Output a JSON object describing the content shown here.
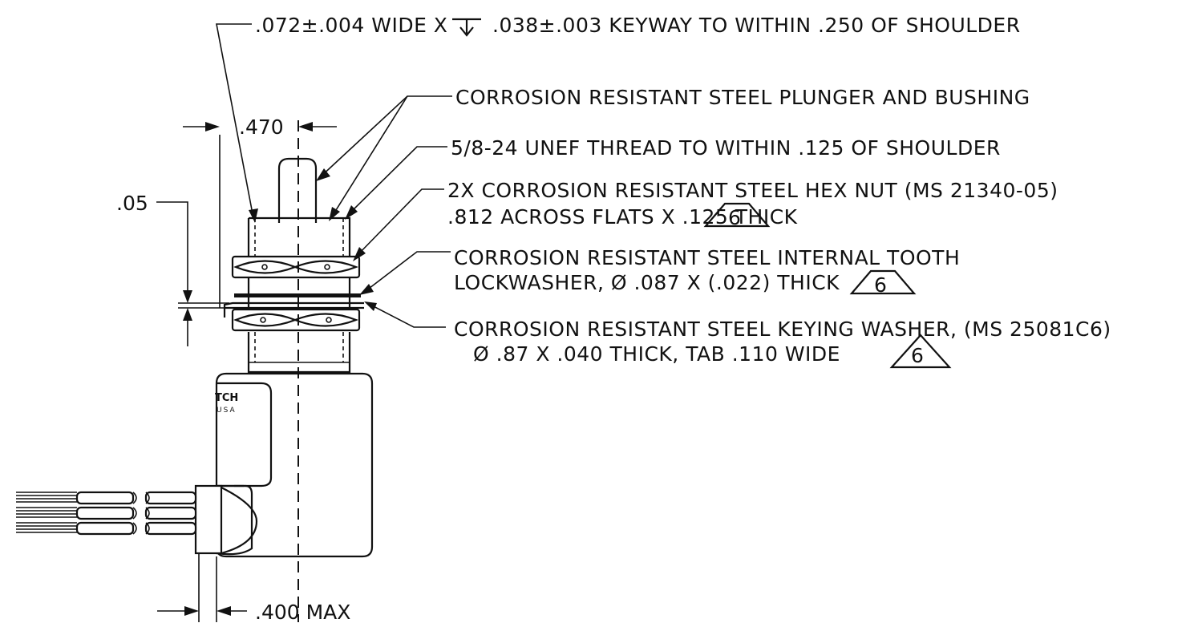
{
  "callouts": {
    "keyway_prefix": ".072±.004 WIDE X",
    "keyway_suffix": ".038±.003 KEYWAY TO WITHIN .250 OF SHOULDER",
    "plunger": "CORROSION RESISTANT STEEL PLUNGER AND BUSHING",
    "thread": "5/8-24 UNEF THREAD TO WITHIN .125 OF SHOULDER",
    "hexnut_line1": "2X CORROSION RESISTANT STEEL HEX NUT (MS 21340-05)",
    "hexnut_line2": ".812 ACROSS FLATS X .125 THICK",
    "lockwasher_line1": "CORROSION RESISTANT STEEL INTERNAL TOOTH",
    "lockwasher_line2": "LOCKWASHER, Ø .087 X (.022) THICK",
    "keywasher_line1": "CORROSION RESISTANT STEEL KEYING WASHER, (MS 25081C6)",
    "keywasher_line2": "Ø .87 X .040 THICK, TAB .110 WIDE",
    "flag_note": "6"
  },
  "dimensions": {
    "d470": ".470",
    "d05": ".05",
    "d400": ".400 MAX"
  },
  "body_label": {
    "brand": "TCH",
    "country": "USA"
  }
}
